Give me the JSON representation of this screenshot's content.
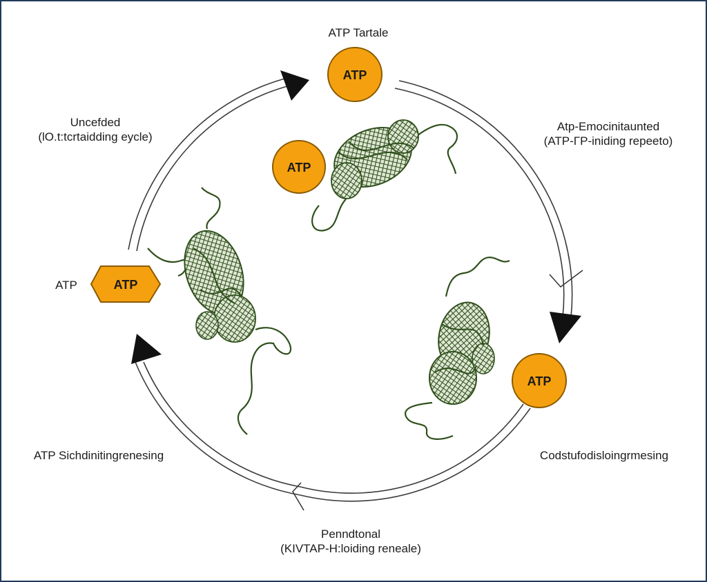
{
  "diagram": {
    "colors": {
      "atp_fill": "#f5a10f",
      "atp_stroke": "#8a5a00",
      "protein": "#2f4f1c",
      "arrow": "#111111",
      "frame": "#1f3b5c"
    },
    "nodes": {
      "top_atp": "ATP",
      "upper_protein_atp": "ATP",
      "left_atp": "ATP",
      "right_atp": "ATP"
    },
    "labels": {
      "top": [
        "ATP Tartale"
      ],
      "upper_left": [
        "Uncefded",
        "(lO.t:tcrtaidding eycle)"
      ],
      "upper_right": [
        "Atp-Emocinitaunted",
        "(ATP-ΓP-iniding repeeto)"
      ],
      "left": [
        "ATP"
      ],
      "lower_left": [
        "ATP Sichdinitingrenesing"
      ],
      "lower_right": [
        "Codstufodisloingrmesing"
      ],
      "bottom": [
        "Penndtonal",
        "(KIVTAP-H:loiding reneale)"
      ]
    },
    "icons": [
      "arrow-head-icon",
      "protein-ribbon-icon",
      "atp-circle-icon",
      "atp-hexagon-icon"
    ]
  }
}
